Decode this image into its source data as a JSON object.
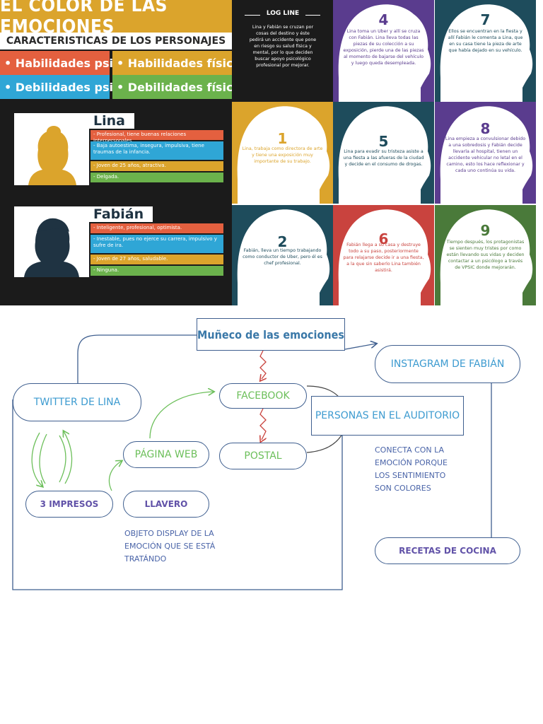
{
  "infographic": {
    "title": "EL COLOR DE LAS EMOCIONES",
    "subtitle": "CARACTERISTICAS DE LOS PERSONAJES",
    "legend": [
      {
        "label": "• Habilidades psicológicas",
        "color": "#e4603f"
      },
      {
        "label": "• Habilidades físicas",
        "color": "#dba42c"
      },
      {
        "label": "• Debilidades psicológicas",
        "color": "#2fa6d6"
      },
      {
        "label": "• Debilidades físicas",
        "color": "#6bb24c"
      }
    ],
    "characters": [
      {
        "name": "Lina",
        "head_color": "#dba42c",
        "traits": [
          {
            "text": "- Profesional, tiene buenas relaciones interpersonales.",
            "color": "#e4603f"
          },
          {
            "text": "- Baja autoestima, insegura, impulsiva, tiene traumas de la infancia.",
            "color": "#2fa6d6"
          },
          {
            "text": "- Joven de 25 años, atractiva.",
            "color": "#dba42c"
          },
          {
            "text": "- Delgada.",
            "color": "#6bb24c"
          }
        ]
      },
      {
        "name": "Fabián",
        "head_color": "#1f3342",
        "traits": [
          {
            "text": "- Inteligente, profesional, optimista.",
            "color": "#e4603f"
          },
          {
            "text": "- Inestable, pues no ejerce su carrera, impulsivo y sufre de ira.",
            "color": "#2fa6d6"
          },
          {
            "text": "- Joven de 27 años, saludable.",
            "color": "#dba42c"
          },
          {
            "text": "- Ninguna.",
            "color": "#6bb24c"
          }
        ]
      }
    ],
    "logline": {
      "title": "LOG LINE",
      "text": "Lina y Fabián se cruzan por cosas del destino y éste pedirá un accidente que pone en riesgo su salud física y mental, por lo que deciden buscar apoyo psicológico profesional por mejorar."
    },
    "tiles": [
      {
        "num": "4",
        "bg": "#5a3c8e",
        "fg": "#5a3c8e",
        "text": "Lina toma un Uber y allí se cruza con Fabián. Lina lleva todas las piezas de su colección a su exposición, pierde una de las piezas al momento de bajarse del vehículo y luego queda desempleada."
      },
      {
        "num": "7",
        "bg": "#1e4c5c",
        "fg": "#1e4c5c",
        "text": "Ellos se encuentran en la fiesta y allí Fabián le comenta a Lina, que en su casa tiene la pieza de arte que había dejado en su vehículo."
      },
      {
        "num": "1",
        "bg": "#dba42c",
        "fg": "#dba42c",
        "text": "Lina, trabaja como directora de arte y tiene una exposición muy importante de su trabajo."
      },
      {
        "num": "5",
        "bg": "#1e4c5c",
        "fg": "#1e4c5c",
        "text": "Lina para evadir su tristeza asiste a una fiesta a las afueras de la ciudad y decide en el consumo de drogas."
      },
      {
        "num": "8",
        "bg": "#5a3c8e",
        "fg": "#5a3c8e",
        "text": "Lina empieza a convulsionar debido a una sobredosis y Fabián decide llevarla al hospital, tienen un accidente vehicular no letal en el camino, esto los hace reflexionar y cada uno continúa su vida."
      },
      {
        "num": "2",
        "bg": "#1e4c5c",
        "fg": "#1e4c5c",
        "text": "Fabián, lleva un tiempo trabajando como conductor de Uber, pero él es chef profesional."
      },
      {
        "num": "6",
        "bg": "#c9433e",
        "fg": "#c9433e",
        "text": "Fabián llega a su casa y destruye todo a su paso, posteriormente para relajarse decide ir a una fiesta, a la que sin saberlo Lina también asistirá."
      },
      {
        "num": "9",
        "bg": "#4a7a3a",
        "fg": "#4a7a3a",
        "text": "Tiempo después, los protagonistas se sienten muy tristes por como están llevando sus vidas y deciden contactar a un psicólogo a través de VPSIC donde mejorarán."
      }
    ]
  },
  "diagram": {
    "center": "Muñeco de las emociones",
    "nodes": {
      "instagram": "INSTAGRAM DE FABIÁN",
      "twitter": "TWITTER DE LINA",
      "facebook": "FACEBOOK",
      "auditorio": "PERSONAS EN EL AUDITORIO",
      "pagina_web": "PÁGINA WEB",
      "postal": "POSTAL",
      "impresos": "3 IMPRESOS",
      "llavero": "LLAVERO",
      "recetas": "RECETAS DE COCINA"
    },
    "notes": {
      "objeto": [
        "OBJETO DISPLAY DE LA",
        "EMOCIÓN QUE SE ESTÁ",
        "TRATÁNDO"
      ],
      "conecta": [
        "CONECTA CON LA",
        "EMOCIÓN PORQUE",
        "LOS SENTIMIENTO",
        "SON COLORES"
      ]
    },
    "colors": {
      "line": "#3f5f8f",
      "green": "#6cbf5a",
      "blue": "#3d9bd0",
      "purple": "#6152a8",
      "red": "#c9433e"
    }
  }
}
